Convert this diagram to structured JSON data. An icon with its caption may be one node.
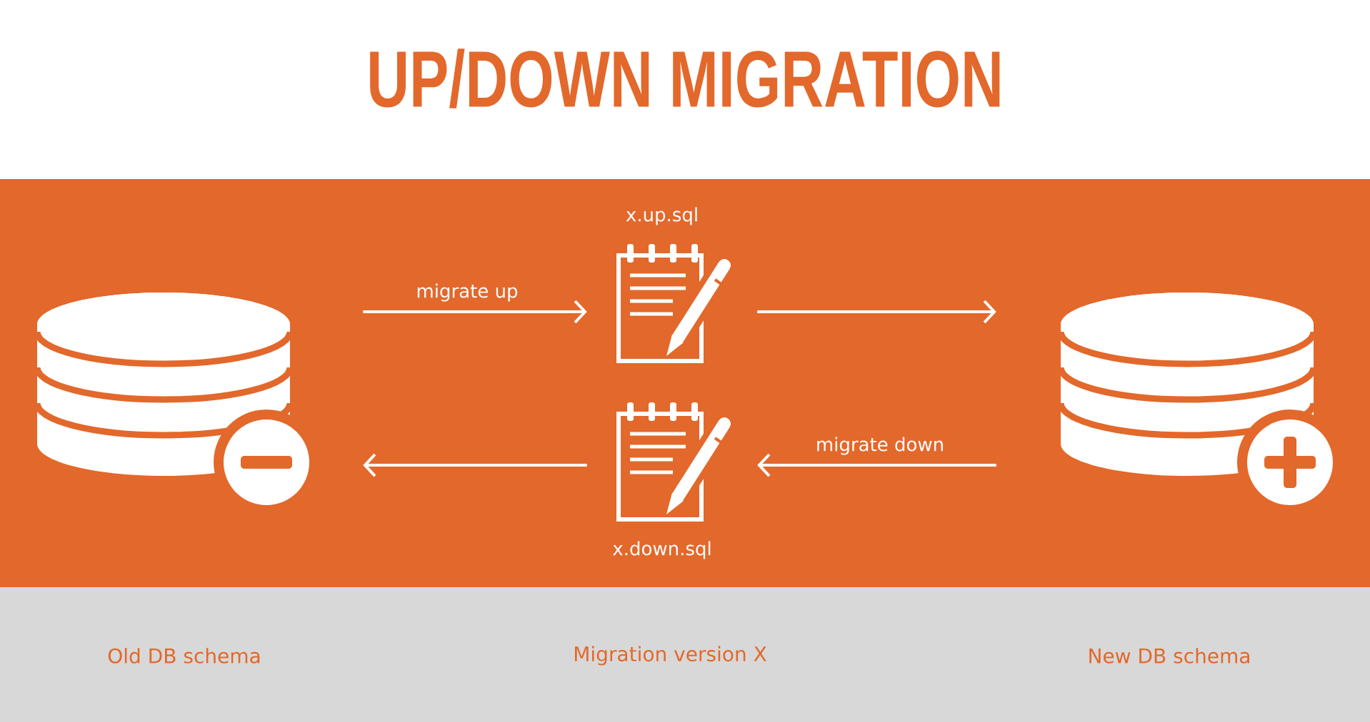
{
  "diagram": {
    "title": "UP/DOWN MIGRATION",
    "nodes": [
      {
        "text": [],
        "shape": "cylinder"
      },
      {
        "text": [],
        "shape": "document",
        "beside": [
          "x.up.sql"
        ]
      },
      {
        "text": [],
        "shape": "document",
        "beside": [
          "x.down.sql"
        ]
      },
      {
        "text": [],
        "shape": "cylinder"
      }
    ],
    "edges": [
      {
        "from": 0,
        "to": 1,
        "arrow": "to",
        "label": "migrate up"
      },
      {
        "from": 1,
        "to": 3,
        "arrow": "to"
      },
      {
        "from": 3,
        "to": 2,
        "arrow": "to",
        "label": "migrate down"
      },
      {
        "from": 2,
        "to": 0,
        "arrow": "to"
      }
    ],
    "labels": [
      "Old DB schema",
      "Migration version X",
      "New DB schema"
    ]
  }
}
